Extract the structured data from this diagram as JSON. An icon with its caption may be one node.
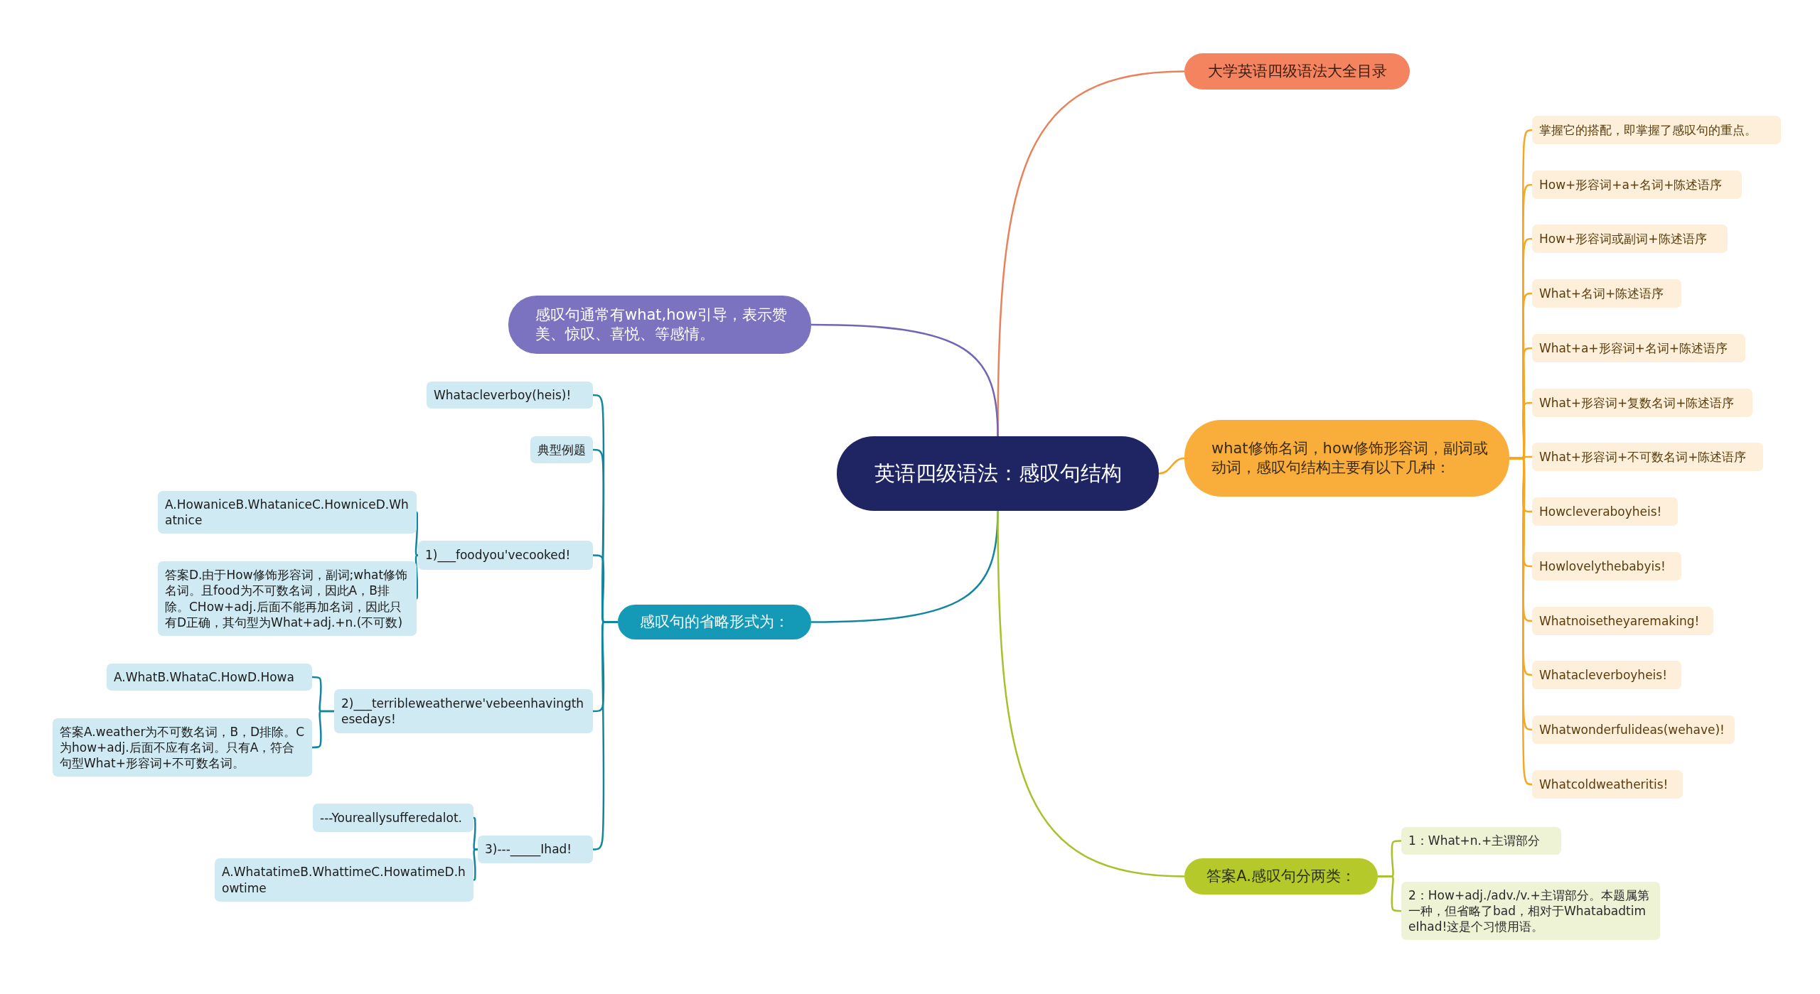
{
  "diagram": {
    "nodes": [
      {
        "text": [
          "英语四级语法：感叹句结构"
        ]
      },
      {
        "text": [
          "大学英语四级语法大全目录"
        ]
      },
      {
        "text": [
          "感叹句通常有what,how引导，表示赞美、惊叹、喜悦、等感情。"
        ]
      },
      {
        "text": [
          "what修饰名词，how修饰形容词，副词或动词，感叹句结构主要有以下几种："
        ]
      },
      {
        "text": [
          "掌握它的搭配，即掌握了感叹句的重点。"
        ]
      },
      {
        "text": [
          "How+形容词+a+名词+陈述语序"
        ]
      },
      {
        "text": [
          "How+形容词或副词+陈述语序"
        ]
      },
      {
        "text": [
          "What+名词+陈述语序"
        ]
      },
      {
        "text": [
          "What+a+形容词+名词+陈述语序"
        ]
      },
      {
        "text": [
          "What+形容词+复数名词+陈述语序"
        ]
      },
      {
        "text": [
          "What+形容词+不可数名词+陈述语序"
        ]
      },
      {
        "text": [
          "Howcleveraboyheis!"
        ]
      },
      {
        "text": [
          "Howlovelythebabyis!"
        ]
      },
      {
        "text": [
          "Whatnoisetheyaremaking!"
        ]
      },
      {
        "text": [
          "Whatacleverboyheis!"
        ]
      },
      {
        "text": [
          "Whatwonderfulideas(wehave)!"
        ]
      },
      {
        "text": [
          "Whatcoldweatheritis!"
        ]
      },
      {
        "text": [
          "感叹句的省略形式为："
        ]
      },
      {
        "text": [
          "Whatacleverboy(heis)!"
        ]
      },
      {
        "text": [
          "典型例题"
        ]
      },
      {
        "text": [
          "1)___foodyou'vecooked!"
        ]
      },
      {
        "text": [
          "A.HowaniceB.WhataniceC.HowniceD.Whatnice"
        ]
      },
      {
        "text": [
          "答案D.由于How修饰形容词，副词;what修饰名词。且food为不可数名词，因此A，B排除。CHow+adj.后面不能再加名词，因此只有D正确，其句型为What+adj.+n.(不可数)"
        ]
      },
      {
        "text": [
          "2)___terribleweatherwe'vebeenhavingthesedays!"
        ]
      },
      {
        "text": [
          "A.WhatB.WhataC.HowD.Howa"
        ]
      },
      {
        "text": [
          "答案A.weather为不可数名词，B，D排除。C为how+adj.后面不应有名词。只有A，符合句型What+形容词+不可数名词。"
        ]
      },
      {
        "text": [
          "3)---_____Ihad!"
        ]
      },
      {
        "text": [
          "---Youreallysufferedalot."
        ]
      },
      {
        "text": [
          "A.WhatatimeB.WhattimeC.HowatimeD.howtime"
        ]
      },
      {
        "text": [
          "答案A.感叹句分两类："
        ]
      },
      {
        "text": [
          "1：What+n.+主谓部分"
        ]
      },
      {
        "text": [
          "2：How+adj./adv./v.+主谓部分。本题属第一种，但省略了bad，相对于WhatabadtimeIhad!这是个习惯用语。"
        ]
      }
    ],
    "edges": [
      {
        "from": 0,
        "to": 1,
        "arrow": "none",
        "color": "#e8825a"
      },
      {
        "from": 0,
        "to": 2,
        "arrow": "none",
        "color": "#6f66b5"
      },
      {
        "from": 0,
        "to": 3,
        "arrow": "none"
      },
      {
        "from": 3,
        "to": 4,
        "arrow": "none"
      },
      {
        "from": 3,
        "to": 5,
        "arrow": "none"
      },
      {
        "from": 3,
        "to": 6,
        "arrow": "none"
      },
      {
        "from": 3,
        "to": 7,
        "arrow": "none"
      },
      {
        "from": 3,
        "to": 8,
        "arrow": "none"
      },
      {
        "from": 3,
        "to": 9,
        "arrow": "none"
      },
      {
        "from": 3,
        "to": 10,
        "arrow": "none"
      },
      {
        "from": 3,
        "to": 11,
        "arrow": "none"
      },
      {
        "from": 3,
        "to": 12,
        "arrow": "none"
      },
      {
        "from": 3,
        "to": 13,
        "arrow": "none"
      },
      {
        "from": 3,
        "to": 14,
        "arrow": "none"
      },
      {
        "from": 3,
        "to": 15,
        "arrow": "none"
      },
      {
        "from": 3,
        "to": 16,
        "arrow": "none"
      },
      {
        "from": 0,
        "to": 17,
        "arrow": "none",
        "color": "#13869e"
      },
      {
        "from": 17,
        "to": 18,
        "arrow": "none",
        "color": "#13869e"
      },
      {
        "from": 17,
        "to": 19,
        "arrow": "none",
        "color": "#13869e"
      },
      {
        "from": 17,
        "to": 20,
        "arrow": "none",
        "color": "#13869e"
      },
      {
        "from": 20,
        "to": 21,
        "arrow": "none",
        "color": "#13869e"
      },
      {
        "from": 20,
        "to": 22,
        "arrow": "none",
        "color": "#13869e"
      },
      {
        "from": 17,
        "to": 23,
        "arrow": "none",
        "color": "#13869e"
      },
      {
        "from": 23,
        "to": 24,
        "arrow": "none",
        "color": "#13869e"
      },
      {
        "from": 23,
        "to": 25,
        "arrow": "none",
        "color": "#13869e"
      },
      {
        "from": 17,
        "to": 26,
        "arrow": "none",
        "color": "#13869e"
      },
      {
        "from": 26,
        "to": 27,
        "arrow": "none",
        "color": "#13869e"
      },
      {
        "from": 26,
        "to": 28,
        "arrow": "none",
        "color": "#13869e"
      },
      {
        "from": 0,
        "to": 29,
        "arrow": "none",
        "color": "#a8c02a"
      },
      {
        "from": 29,
        "to": 30,
        "arrow": "none",
        "color": "#a8c02a"
      },
      {
        "from": 29,
        "to": 31,
        "arrow": "none",
        "color": "#a8c02a"
      }
    ]
  }
}
